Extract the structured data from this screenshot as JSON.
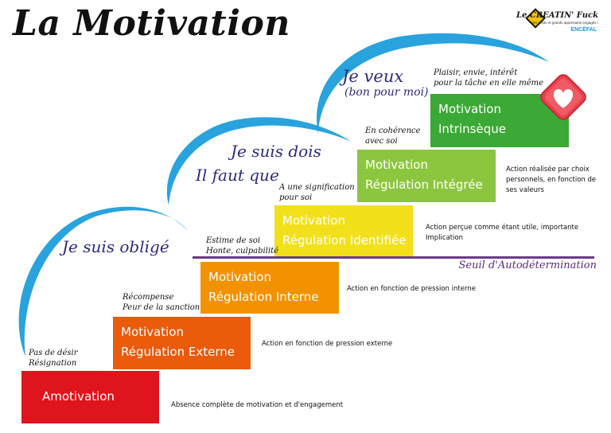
{
  "title": "La Motivation",
  "logo": {
    "name": "Le CREATIN' Fuck",
    "tagline": "des petits et grands apprenants engagés !",
    "brand": "ENCÉFAL"
  },
  "steps": [
    {
      "line1": "Amotivation",
      "line2": "",
      "color": "#e0141c",
      "note": [
        "Pas de désir",
        "Résignation"
      ],
      "desc": "Absence complète de motivation et d'engagement"
    },
    {
      "line1": "Motivation",
      "line2": "Régulation Externe",
      "color": "#ea5b0c",
      "note": [
        "Récompense",
        "Peur de la sanction"
      ],
      "desc": "Action en fonction de pression externe"
    },
    {
      "line1": "Motivation",
      "line2": "Régulation Interne",
      "color": "#f39200",
      "note": [
        "Estime de soi",
        "Honte, culpabilité"
      ],
      "desc": "Action en fonction de pression interne"
    },
    {
      "line1": "Motivation",
      "line2": "Régulation Identifiée",
      "color": "#f2e11a",
      "note": [
        "A une signification",
        "pour soi"
      ],
      "desc": "Action perçue comme étant utile, importante Implication"
    },
    {
      "line1": "Motivation",
      "line2": "Régulation Intégrée",
      "color": "#8cc63f",
      "note": [
        "En cohérence",
        "avec soi"
      ],
      "desc": "Action réalisée par choix personnels, en fonction de ses valeurs"
    },
    {
      "line1": "Motivation",
      "line2": "Intrinsèque",
      "color": "#3aa935",
      "note": [
        "Plaisir, envie, intérêt",
        "pour la tâche en elle même"
      ],
      "desc": ""
    }
  ],
  "phrases": {
    "oblige": "Je suis obligé",
    "dois": "Je suis dois",
    "faut": "Il faut que",
    "veux": "Je veux",
    "veux_sub": "(bon pour moi)"
  },
  "threshold": "Seuil d'Autodétermination",
  "colors": {
    "arc": "#29a3dd",
    "heart": "#e8414d",
    "threshold": "#6b3a8c"
  }
}
